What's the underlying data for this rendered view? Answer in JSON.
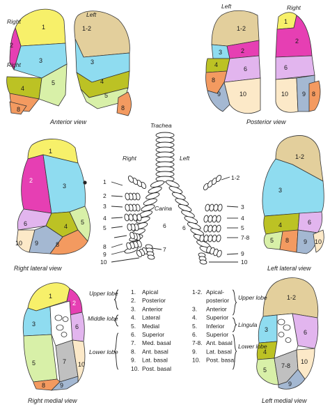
{
  "colors": {
    "seg1": "#f7f06a",
    "seg12": "#e3cf9c",
    "seg2": "#e63fb3",
    "seg3": "#8fdcf0",
    "seg4": "#bcc224",
    "seg5": "#d8f0a8",
    "seg6": "#e2b5ee",
    "seg7": "#c0c0c0",
    "seg8": "#f39a60",
    "seg9": "#a4b8d2",
    "seg10": "#fce9c8"
  },
  "anterior": {
    "right": "Right",
    "left": "Left",
    "caption": "Anterior view",
    "nums": [
      "1",
      "1-2",
      "2",
      "3",
      "3",
      "4",
      "5",
      "4",
      "5",
      "8",
      "8"
    ]
  },
  "posterior": {
    "left": "Left",
    "right": "Right",
    "caption": "Posterior view",
    "nums": [
      "1-2",
      "1",
      "2",
      "3",
      "2",
      "4",
      "6",
      "6",
      "8",
      "9",
      "10",
      "10",
      "9",
      "8"
    ]
  },
  "right_lateral": {
    "caption": "Right lateral view",
    "nums": [
      "1",
      "2",
      "3",
      "6",
      "4",
      "5",
      "10",
      "9",
      "8"
    ]
  },
  "left_lateral": {
    "caption": "Left lateral view",
    "nums": [
      "1-2",
      "3",
      "6",
      "4",
      "5",
      "10",
      "9",
      "8"
    ]
  },
  "right_medial": {
    "caption": "Right medial view",
    "nums": [
      "1",
      "2",
      "3",
      "6",
      "7",
      "5",
      "10",
      "8",
      "9"
    ]
  },
  "left_medial": {
    "caption": "Left medial view",
    "nums": [
      "1-2",
      "3",
      "6",
      "4",
      "5",
      "7-8",
      "10",
      "9"
    ]
  },
  "tree": {
    "trachea": "Trachea",
    "right": "Right",
    "left": "Left",
    "carina": "Carina",
    "left_nums": [
      "1",
      "2",
      "3",
      "4",
      "5",
      "6",
      "8",
      "9",
      "10",
      "7"
    ],
    "right_nums": [
      "1-2",
      "3",
      "4",
      "5",
      "6",
      "7-8",
      "9",
      "10"
    ]
  },
  "key": {
    "right_groups": [
      "Upper lobe",
      "Middle lobe",
      "Lower lobe"
    ],
    "right_items": [
      {
        "num": "1.",
        "name": "Apical"
      },
      {
        "num": "2.",
        "name": "Posterior"
      },
      {
        "num": "3.",
        "name": "Anterior"
      },
      {
        "num": "4.",
        "name": "Lateral"
      },
      {
        "num": "5.",
        "name": "Medial"
      },
      {
        "num": "6.",
        "name": "Superior"
      },
      {
        "num": "7.",
        "name": "Med. basal"
      },
      {
        "num": "8.",
        "name": "Ant. basal"
      },
      {
        "num": "9.",
        "name": "Lat. basal"
      },
      {
        "num": "10.",
        "name": "Post. basal"
      }
    ],
    "left_items": [
      {
        "num": "1-2.",
        "name": "Apical-"
      },
      {
        "num": "",
        "name": "posterior"
      },
      {
        "num": "3.",
        "name": "Anterior"
      },
      {
        "num": "4.",
        "name": "Superior"
      },
      {
        "num": "5.",
        "name": "Inferior"
      },
      {
        "num": "6.",
        "name": "Superior"
      },
      {
        "num": "7-8.",
        "name": "Ant. basal"
      },
      {
        "num": "9.",
        "name": "Lat. basal"
      },
      {
        "num": "10.",
        "name": "Post. basal"
      }
    ],
    "left_groups": [
      "Upper lobe",
      "Lingula",
      "Lower lobe"
    ]
  }
}
